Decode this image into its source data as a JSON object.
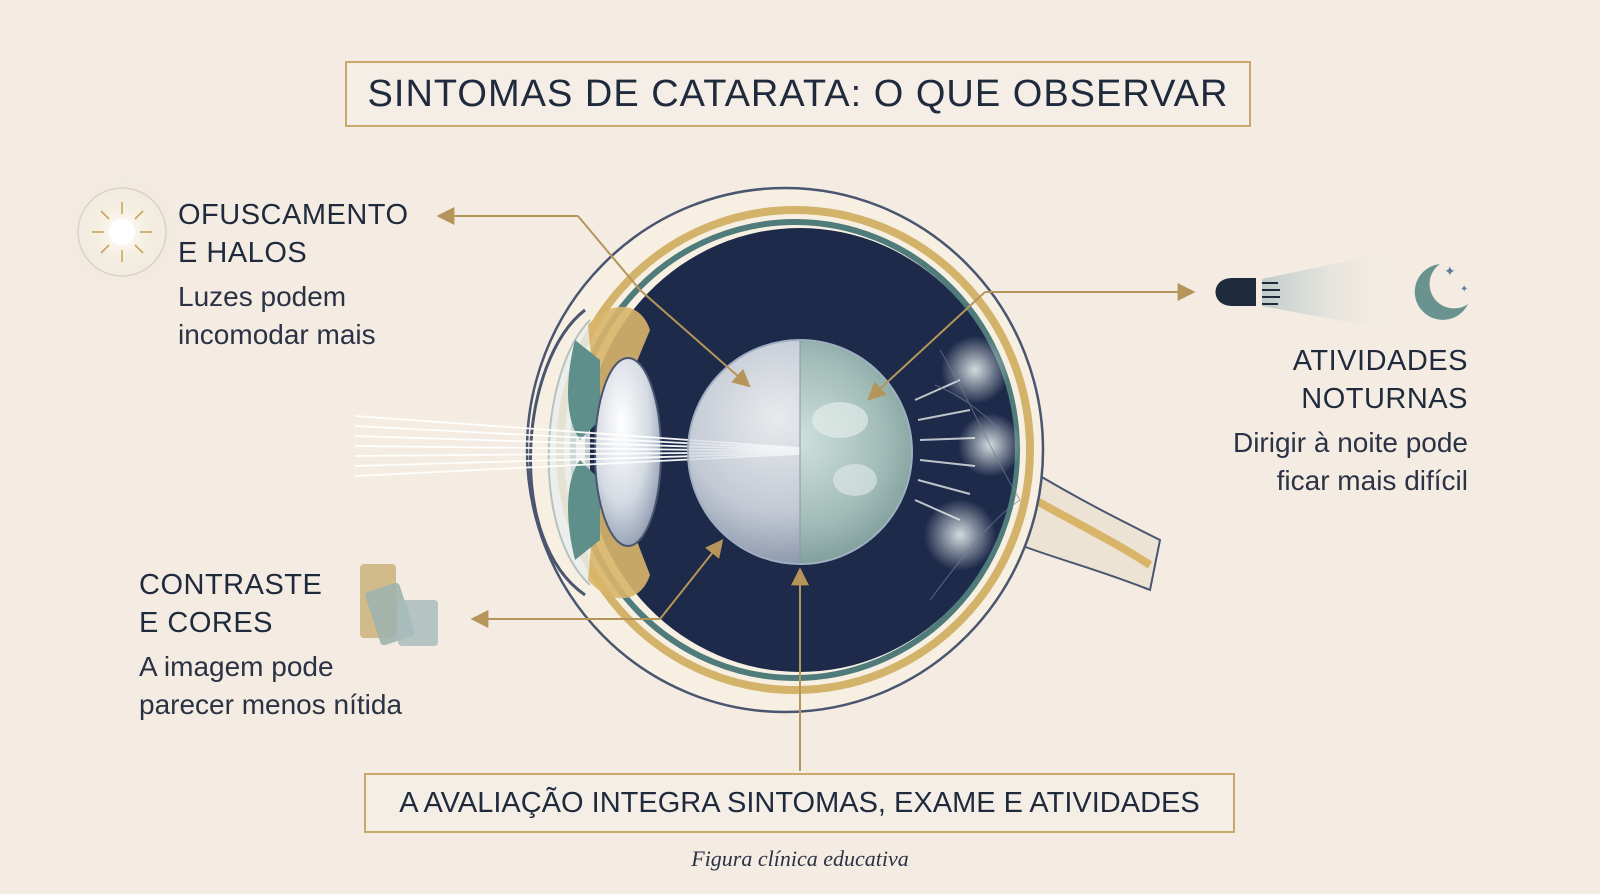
{
  "title": "SINTOMAS DE CATARATA: O QUE OBSERVAR",
  "callouts": {
    "glare": {
      "heading_line1": "OFUSCAMENTO",
      "heading_line2": "E HALOS",
      "desc_line1": "Luzes podem",
      "desc_line2": "incomodar mais",
      "icon": "sun-glare-icon"
    },
    "night": {
      "heading_line1": "ATIVIDADES",
      "heading_line2": "NOTURNAS",
      "desc_line1": "Dirigir à noite pode",
      "desc_line2": "ficar mais difícil",
      "icon": "headlight-moon-icon"
    },
    "contrast": {
      "heading_line1": "CONTRASTE",
      "heading_line2": "E CORES",
      "desc_line1": "A imagem pode",
      "desc_line2": "parecer menos nítida",
      "icon": "color-swatch-icon"
    }
  },
  "footer": "A AVALIAÇÃO INTEGRA SINTOMAS, EXAME E ATIVIDADES",
  "caption": "Figura clínica educativa",
  "colors": {
    "background": "#f4ece2",
    "accent_gold": "#c9a96a",
    "eye_dark": "#1d2a4a",
    "iris_teal": "#5f8f8a",
    "text": "#1f2a3d"
  }
}
